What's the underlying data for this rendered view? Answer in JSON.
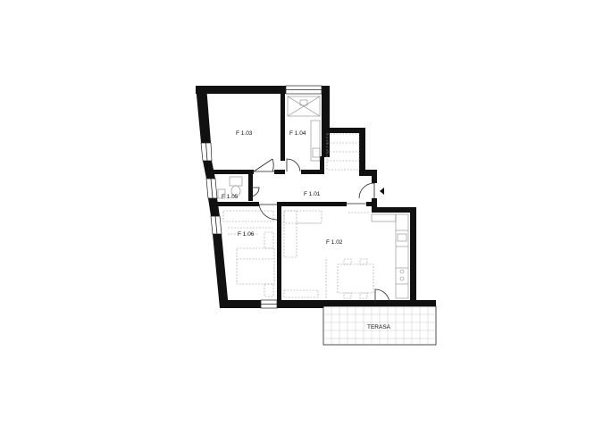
{
  "rooms": {
    "f103": "F 1.03",
    "f104": "F 1.04",
    "f101": "F 1.01",
    "f105": "F 1.05",
    "f106": "F 1.06",
    "f102": "F 1.02",
    "terasa": "TERASA"
  }
}
